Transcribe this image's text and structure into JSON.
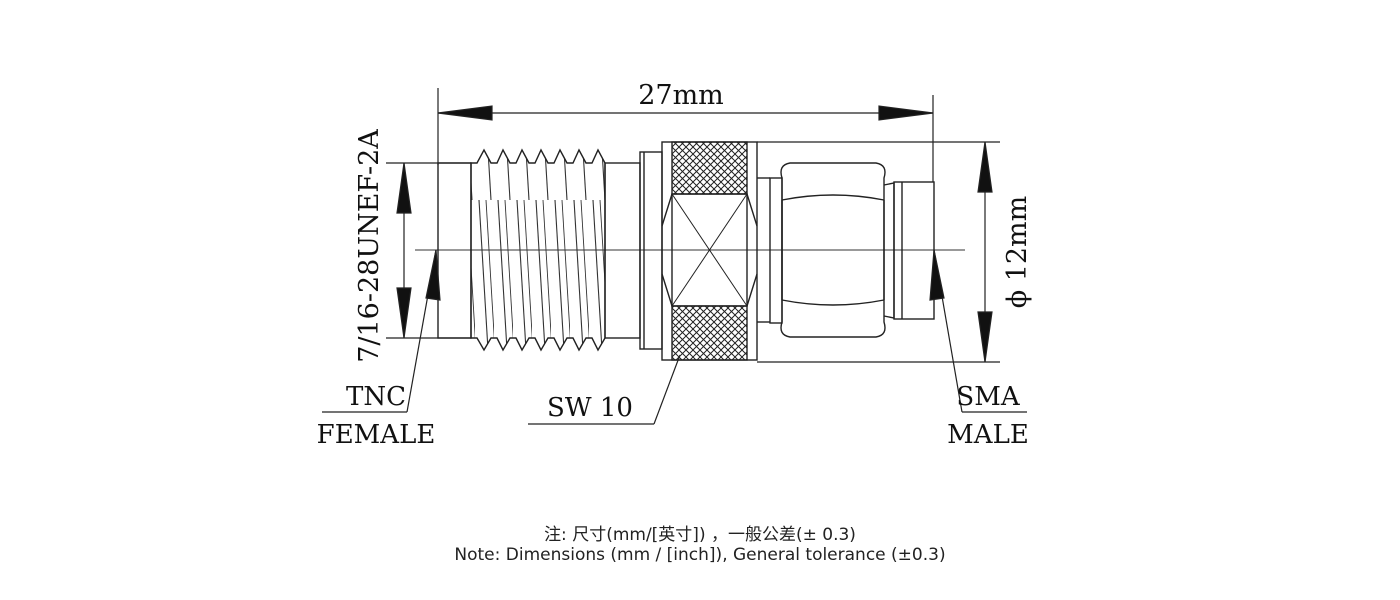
{
  "drawing": {
    "dimension_length": "27mm",
    "dimension_diameter": "ϕ 12mm",
    "thread_spec": "7/16-28UNEF-2A",
    "wrench_size": "SW 10",
    "left_connector": {
      "type": "TNC",
      "gender": "FEMALE"
    },
    "right_connector": {
      "type": "SMA",
      "gender": "MALE"
    }
  },
  "notes": {
    "chinese": "注: 尺寸(mm/[英寸]) ，一般公差(± 0.3)",
    "english": "Note: Dimensions (mm / [inch]), General tolerance (±0.3)"
  }
}
